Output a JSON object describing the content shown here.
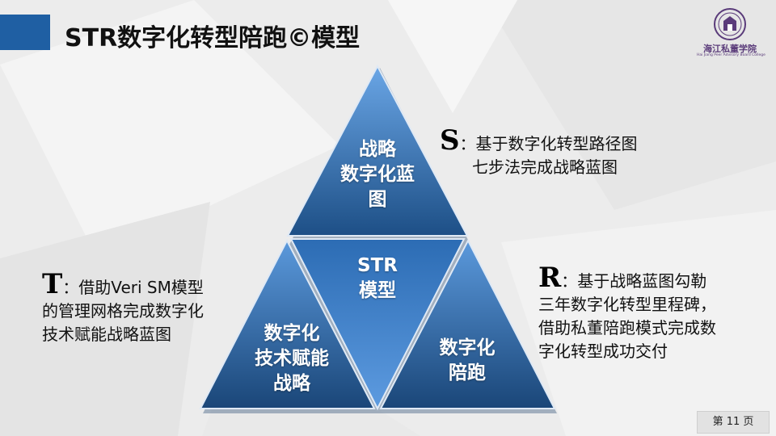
{
  "slide": {
    "title": "STR数字化转型陪跑©模型",
    "logo": {
      "name": "海江私董学院",
      "subtitle": "Hai Jiang Peer Advisory Board College"
    }
  },
  "pyramid": {
    "top_label": [
      "战略",
      "数字化蓝",
      "图"
    ],
    "center_label": [
      "STR",
      "模型"
    ],
    "left_label": [
      "数字化",
      "技术赋能",
      "战略"
    ],
    "right_label": [
      "数字化",
      "陪跑"
    ]
  },
  "descriptions": {
    "s": {
      "letter": "S",
      "lines": [
        "：基于数字化转型路径图",
        "七步法完成战略蓝图"
      ]
    },
    "t": {
      "letter": "T",
      "lines": [
        "：借助Veri  SM模型",
        "的管理网格完成数字化",
        "技术赋能战略蓝图"
      ]
    },
    "r": {
      "letter": "R",
      "lines": [
        "：基于战略蓝图勾勒",
        "三年数字化转型里程碑，",
        "借助私董陪跑模式完成数",
        "字化转型成功交付"
      ]
    }
  },
  "footer": {
    "page": "第 11 页"
  },
  "colors": {
    "accent": "#1f5fa3",
    "triangle_dark": "#1d4f86",
    "triangle_light": "#4a8dd6"
  }
}
